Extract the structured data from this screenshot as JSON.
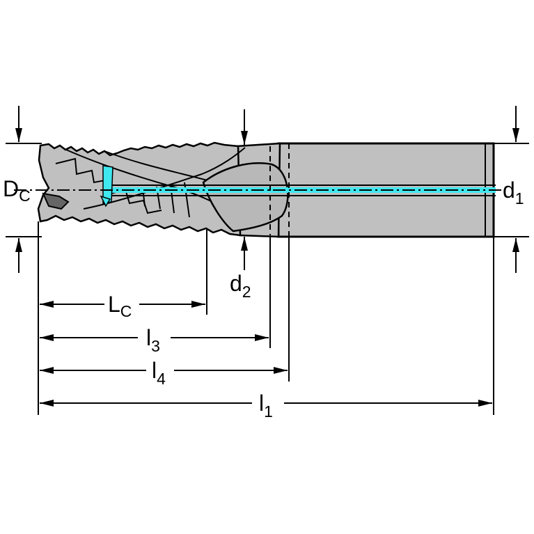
{
  "labels": {
    "Dc": {
      "main": "D",
      "sub": "C"
    },
    "d1": {
      "main": "d",
      "sub": "1"
    },
    "d2": {
      "main": "d",
      "sub": "2"
    },
    "Lc": {
      "main": "L",
      "sub": "C"
    },
    "l3": {
      "main": "l",
      "sub": "3"
    },
    "l4": {
      "main": "l",
      "sub": "4"
    },
    "l1": {
      "main": "l",
      "sub": "1"
    }
  },
  "colors": {
    "tool_fill": "#c0c0c0",
    "outline": "#000000",
    "coolant": "#40e8f0"
  }
}
